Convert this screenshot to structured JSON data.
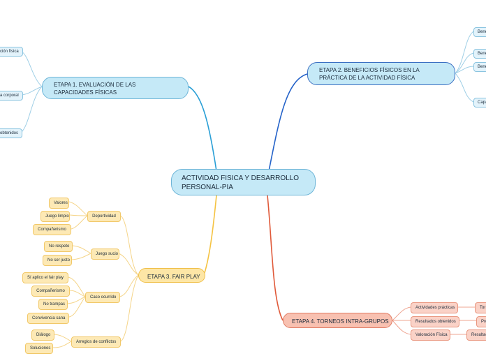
{
  "central": "ACTIVIDAD FISICA Y DESARROLLO PERSONAL-PIA",
  "etapa1": {
    "title": "ETAPA 1. EVALUACIÓN DE LAS CAPACIDADES FÍSICAS",
    "items": [
      "ción física",
      "a corporal",
      "obtenidos"
    ]
  },
  "etapa2": {
    "title": "ETAPA 2. BENEFICIOS FÍSICOS EN LA PRÁCTICA DE LA ACTIVIDAD FÍSICA",
    "items": [
      "Bene",
      "Bene",
      "Bene",
      "Capa"
    ]
  },
  "etapa3": {
    "title": "ETAPA 3. FAIR PLAY",
    "groups": [
      {
        "label": "Deportividad",
        "items": [
          "Valores",
          "Juego limpio",
          "Compañerismo"
        ]
      },
      {
        "label": "Juego sucio",
        "items": [
          "No respeto",
          "No ser justo"
        ]
      },
      {
        "label": "Caso ocurrido",
        "items": [
          "Sí aplico el fair play",
          "Compañerismo",
          "No trampas",
          "Convivencia sana"
        ]
      },
      {
        "label": "Arreglos de conflictos",
        "items": [
          "Diálogo",
          "Soluciones"
        ]
      }
    ]
  },
  "etapa4": {
    "title": "ETAPA 4. TORNEOS INTRA-GRUPOS",
    "items": [
      {
        "label": "Actividades prácticas",
        "child": "Tor"
      },
      {
        "label": "Resultados obtenidos",
        "child": "Pro"
      },
      {
        "label": "Valoración Física",
        "child": "Resultad"
      }
    ]
  },
  "colors": {
    "blue_branch": "#2a9fd6",
    "dark_blue_branch": "#2563c9",
    "yellow_branch": "#f5c342",
    "orange_branch": "#e05a3a",
    "light_blue_line": "#9fcfe6",
    "light_yellow_line": "#f5d58a",
    "light_orange_line": "#efa491"
  }
}
